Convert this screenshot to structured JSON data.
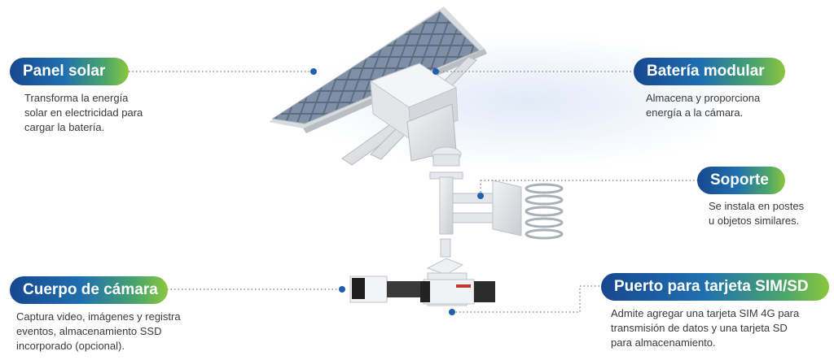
{
  "labels": {
    "panel_solar": {
      "title": "Panel solar",
      "desc": "Transforma la energía\nsolar en electricidad para\ncargar la batería."
    },
    "bateria": {
      "title": "Batería modular",
      "desc": "Almacena y proporciona\nenergía a la cámara."
    },
    "soporte": {
      "title": "Soporte",
      "desc": "Se instala en postes\nu objetos similares."
    },
    "camara": {
      "title": "Cuerpo de cámara",
      "desc": "Captura video, imágenes y registra\neventos, almacenamiento SSD\nincorporado (opcional)."
    },
    "puerto": {
      "title": "Puerto para tarjeta SIM/SD",
      "desc": "Admite agregar una tarjeta SIM 4G para\ntransmisión de datos y una tarjeta SD\npara almacenamiento."
    }
  },
  "colors": {
    "pill_start": "#17488f",
    "pill_end": "#8cc63f",
    "connector": "#8a8f96",
    "anchor_dot": "#1f5fae"
  }
}
